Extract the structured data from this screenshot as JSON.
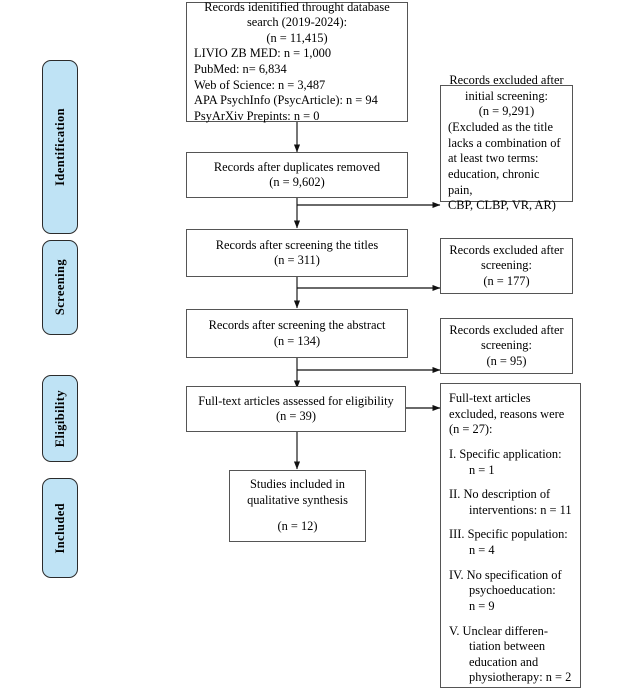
{
  "diagram": {
    "title": "PRISMA flow diagram",
    "accent_color": "#bfe3f5",
    "border_color": "#2b2b2b",
    "background": "#ffffff"
  },
  "stages": [
    {
      "label": "Identification"
    },
    {
      "label": "Screening"
    },
    {
      "label": "Eligibility"
    },
    {
      "label": "Included"
    }
  ],
  "flow": {
    "records_identified": {
      "centered": [
        "Records idenitified throught database",
        "search (2019-2024):",
        "(n = 11,415)"
      ],
      "sources": [
        "LIVIO ZB MED: n = 1,000",
        "PubMed: n= 6,834",
        "Web of Science: n = 3,487",
        "APA PsychInfo (PsycArticle): n = 94",
        "PsyArXiv Prepints: n = 0"
      ]
    },
    "duplicates_removed": {
      "lines": [
        "Records after duplicates removed",
        "(n = 9,602)"
      ]
    },
    "screened_titles": {
      "lines": [
        "Records after screening the titles",
        "(n = 311)"
      ]
    },
    "screened_abstract": {
      "lines": [
        "Records after screening the abstract",
        "(n = 134)"
      ]
    },
    "fulltext_assessed": {
      "lines": [
        "Full-text articles assessed for eligibility",
        "(n = 39)"
      ]
    },
    "included_studies": {
      "lines": [
        "Studies included in",
        "qualitative synthesis",
        "",
        "(n = 12)"
      ]
    }
  },
  "excluded": {
    "initial_screening": {
      "centered": [
        "Records excluded after",
        "initial screening:",
        "(n = 9,291)"
      ],
      "detail": [
        "(Excluded as the title",
        "lacks a combination of",
        "at least two terms:",
        "education, chronic pain,",
        "CBP, CLBP, VR, AR)"
      ]
    },
    "after_titles": {
      "lines": [
        "Records excluded after",
        "screening:",
        "(n = 177)"
      ]
    },
    "after_abstract": {
      "lines": [
        "Records excluded after",
        "screening:",
        "(n = 95)"
      ]
    },
    "fulltext_excluded": {
      "header": [
        "Full-text articles",
        "excluded, reasons were",
        "(n = 27):"
      ],
      "reasons": [
        {
          "main": "I. Specific application:",
          "sub": [
            "n = 1"
          ]
        },
        {
          "main": "II. No description of",
          "sub": [
            "interventions: n = 11"
          ]
        },
        {
          "main": "III. Specific population:",
          "sub": [
            "n = 4"
          ]
        },
        {
          "main": "IV. No specification of",
          "sub": [
            "psychoeducation:",
            "n = 9"
          ]
        },
        {
          "main": "V. Unclear differen-",
          "sub": [
            "tiation between",
            "education and",
            " physiotherapy: n = 2"
          ]
        }
      ]
    }
  }
}
